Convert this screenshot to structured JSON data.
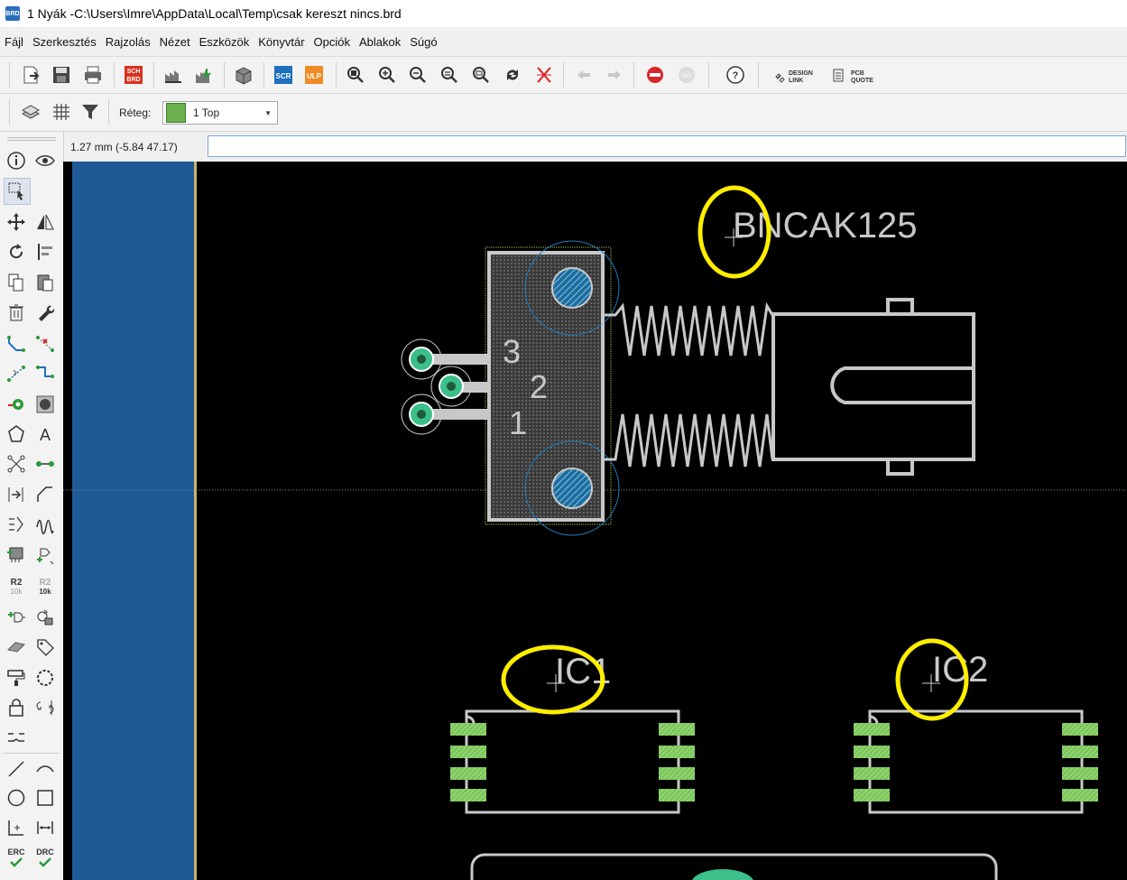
{
  "window": {
    "app_icon_label": "BRD",
    "title": "1 Nyák -C:\\Users\\Imre\\AppData\\Local\\Temp\\csak kereszt nincs.brd"
  },
  "menu": {
    "items": [
      "Fájl",
      "Szerkesztés",
      "Rajzolás",
      "Nézet",
      "Eszközök",
      "Könyvtár",
      "Opciók",
      "Ablakok",
      "Súgó"
    ]
  },
  "toolbar": {
    "sch_label": "SCH\nBRD",
    "scr_label": "SCR",
    "ulp_label": "ULP",
    "go_label": "GO",
    "help_label": "?",
    "design_link_label": "DESIGN\nLINK",
    "pcb_quote_label": "PCB\nQUOTE"
  },
  "toolbar2": {
    "layer_label": "Réteg:",
    "layer_value": "1 Top",
    "layer_color": "#6bb04f"
  },
  "status": {
    "coordinates": "1.27 mm (-5.84 47.17)",
    "command_value": ""
  },
  "left_tools": {
    "value_a_top": "R2",
    "value_a_bottom": "10k",
    "value_b_top": "R2",
    "value_b_bottom": "10k",
    "erc_label": "ERC",
    "drc_label": "DRC"
  },
  "canvas": {
    "connector_name": "BNCAK125",
    "pin_3": "3",
    "pin_2": "2",
    "pin_1": "1",
    "ic1_name": "IC1",
    "ic2_name": "IC2",
    "highlight_color": "#ffee00",
    "pad_color": "#3cbf8a",
    "smd_color": "#8bd36b",
    "outline_color": "#c8c8c8"
  }
}
